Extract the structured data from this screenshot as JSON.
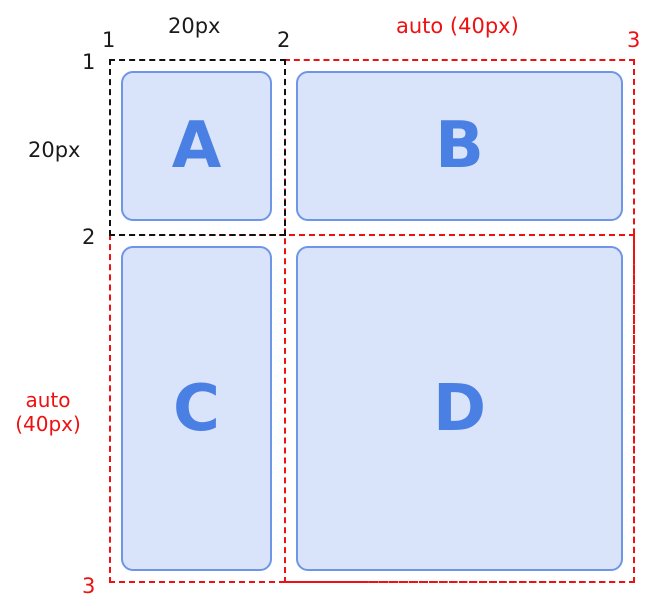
{
  "columns": {
    "track1_label": "20px",
    "track2_label": "auto (40px)",
    "line1": "1",
    "line2": "2",
    "line3": "3"
  },
  "rows": {
    "track1_label": "20px",
    "track2_label_line1": "auto",
    "track2_label_line2": "(40px)",
    "line1": "1",
    "line2": "2",
    "line3": "3"
  },
  "cells": {
    "a": "A",
    "b": "B",
    "c": "C",
    "d": "D"
  },
  "colors": {
    "fixed_track": "#111111",
    "auto_track": "#ee1111",
    "cell_fill": "#d9e4fb",
    "cell_border": "#6f95e6",
    "cell_text": "#4a7fe4"
  }
}
